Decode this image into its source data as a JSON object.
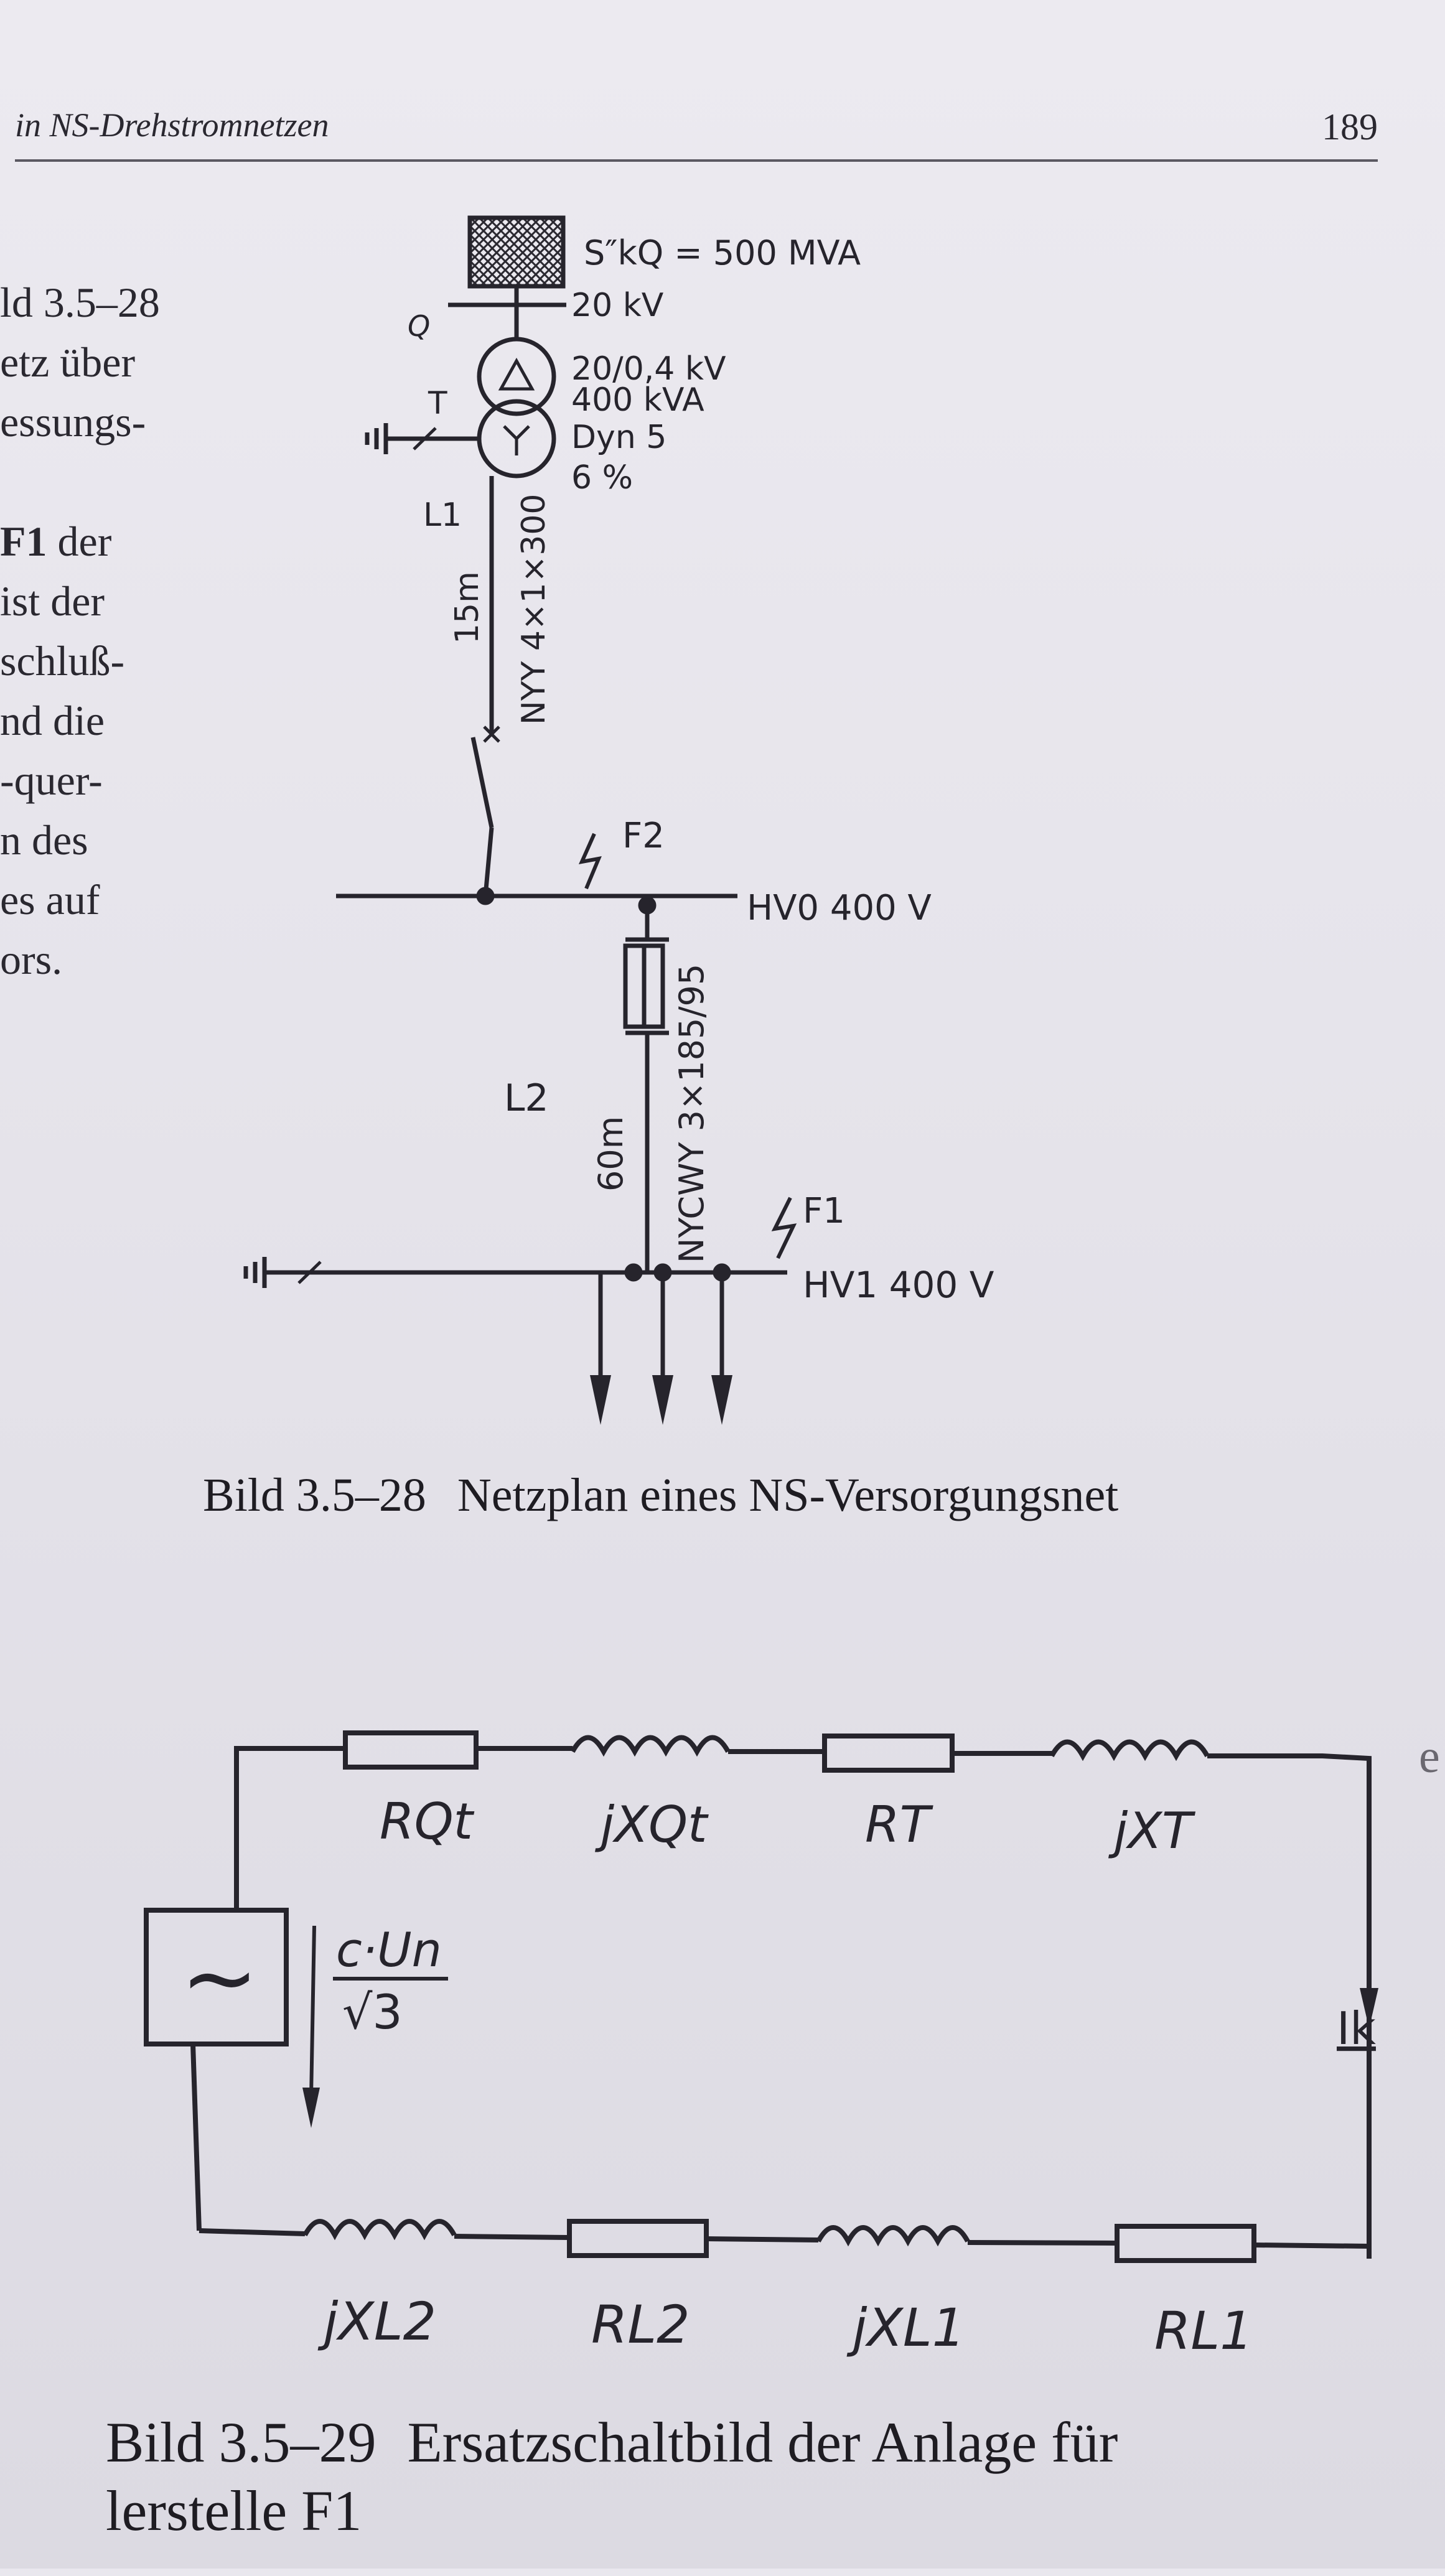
{
  "header": {
    "running_head": "in NS-Drehstromnetzen",
    "page_number": "189"
  },
  "side_text": {
    "lines_1": [
      "ld 3.5–28",
      "etz über",
      "essungs-"
    ],
    "bold_word": "F1",
    "line_4_rest": " der",
    "lines_2": [
      "ist der",
      "schluß-",
      "nd die",
      "-quer-",
      "n des",
      "es auf",
      "ors."
    ],
    "stray_char": "e"
  },
  "figure1": {
    "network_feed": "S″kQ = 500 MVA",
    "feed_voltage": "20 kV",
    "q_label": "Q",
    "transformer_label": "T",
    "transformer_specs": [
      "20/0,4 kV",
      "400 kVA",
      "Dyn 5",
      "6 %"
    ],
    "l1_label": "L1",
    "l1_length": "15m",
    "l1_cable": "NYY 4×1×300",
    "f2_label": "F2",
    "hv0_label": "HV0  400 V",
    "l2_label": "L2",
    "l2_length": "60m",
    "l2_cable": "NYCWY 3×185/95",
    "f1_label": "F1",
    "hv1_label": "HV1  400 V",
    "caption_number": "Bild 3.5–28",
    "caption_text": "Netzplan eines NS-Versorgungsnet"
  },
  "figure2": {
    "top_branch": [
      "RQt",
      "jXQt",
      "RT",
      "jXT"
    ],
    "bottom_branch": [
      "jXL2",
      "RL2",
      "jXL1",
      "RL1"
    ],
    "source_voltage_num": "c·Un",
    "source_voltage_den": "√3",
    "current_label": "Ik",
    "source_symbol": "~",
    "caption_number": "Bild 3.5–29",
    "caption_text": "Ersatzschaltbild der Anlage für",
    "caption_line2": "lerstelle F1"
  }
}
